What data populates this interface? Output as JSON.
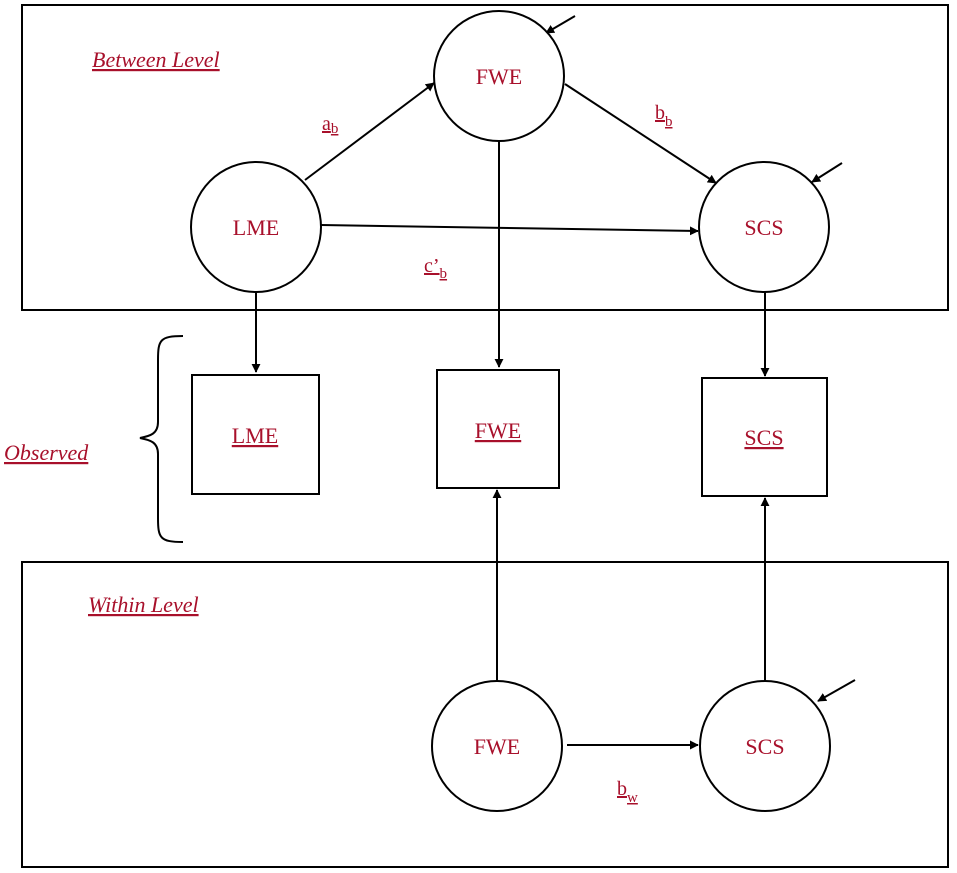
{
  "between": {
    "label": "Between Level",
    "nodes": {
      "fwe": "FWE",
      "lme": "LME",
      "scs": "SCS"
    },
    "paths": {
      "a": "a",
      "a_sub": "b",
      "b": "b",
      "b_sub": "b",
      "c": "c’",
      "c_sub": "b"
    }
  },
  "observed": {
    "label": "Observed",
    "nodes": {
      "lme": "LME",
      "fwe": "FWE",
      "scs": "SCS"
    }
  },
  "within": {
    "label": "Within Level",
    "nodes": {
      "fwe": "FWE",
      "scs": "SCS"
    },
    "paths": {
      "b": "b",
      "b_sub": "w"
    }
  },
  "colors": {
    "text": "#a8102b",
    "line": "#000000",
    "background": "#ffffff"
  }
}
